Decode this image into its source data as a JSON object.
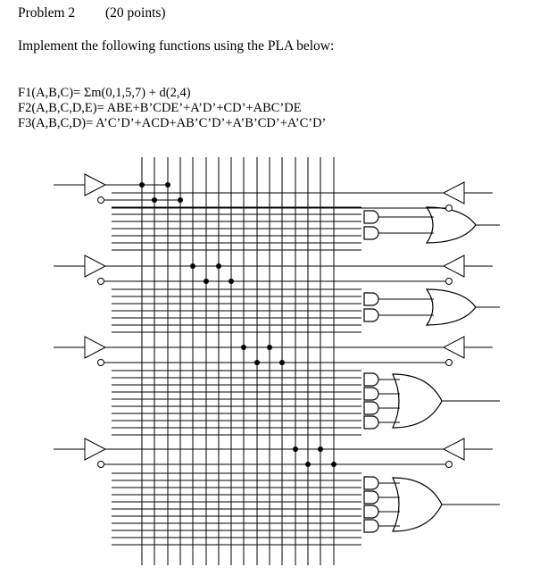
{
  "problem": {
    "title": "Problem 2",
    "points": "(20 points)",
    "instruction": "Implement the following functions using the PLA below:"
  },
  "functions": [
    "F1(A,B,C)= Σm(0,1,5,7) + d(2,4)",
    "F2(A,B,C,D,E)= ABE+B’CDE’+A’D’+CD’+ABC’DE",
    "F3(A,B,C,D)= A’C’D’+ACD+AB’C’D’+A’B’CD’+A’C’D’"
  ],
  "pla": {
    "input_lines": 4,
    "vertical_lines": 16,
    "output_groups": [
      {
        "and_gates": 2
      },
      {
        "and_gates": 2
      },
      {
        "and_gates": 4
      },
      {
        "and_gates": 4
      }
    ],
    "colors": {
      "ink": "#000000",
      "background": "#ffffff"
    }
  }
}
